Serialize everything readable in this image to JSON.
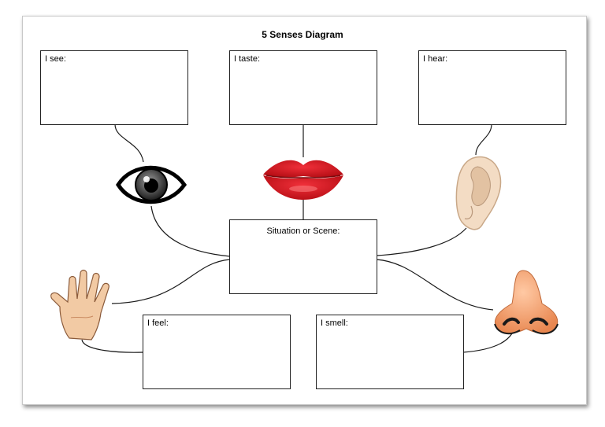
{
  "diagram": {
    "title": "5 Senses Diagram",
    "center": {
      "label": "Situation or Scene:"
    },
    "boxes": {
      "see": "I see:",
      "taste": "I taste:",
      "hear": "I hear:",
      "feel": "I feel:",
      "smell": "I smell:"
    },
    "icons": [
      "eye-icon",
      "lips-icon",
      "ear-icon",
      "hand-icon",
      "nose-icon"
    ],
    "colors": {
      "line": "#1a1a1a",
      "lips": "#d8141c",
      "ear_skin": "#f3dcc4",
      "hand_skin": "#f2caa4",
      "nose_skin": "#f29a6c"
    }
  }
}
